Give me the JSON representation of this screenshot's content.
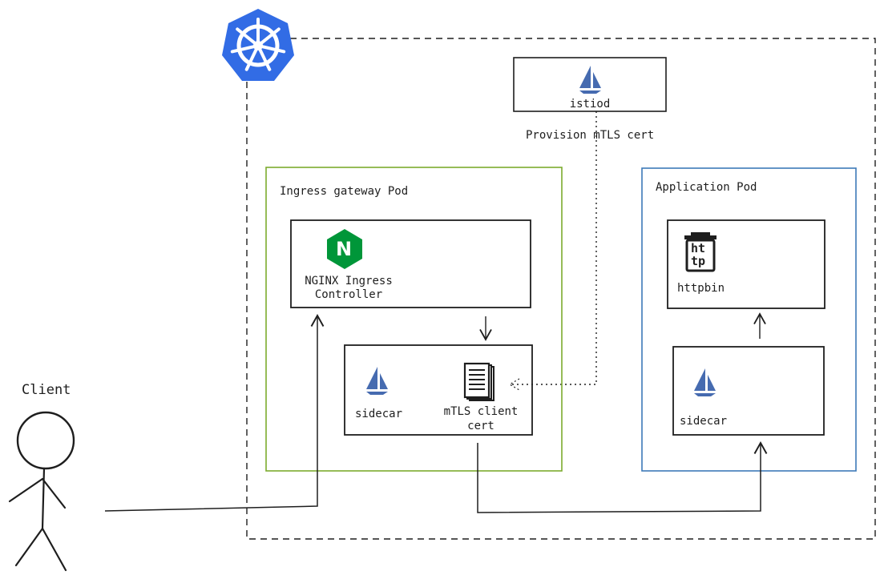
{
  "diagram": {
    "client_label": "Client",
    "istiod_label": "istiod",
    "provision_label": "Provision mTLS cert",
    "ingress_pod_label": "Ingress gateway Pod",
    "nginx_label_line1": "NGINX Ingress",
    "nginx_label_line2": "Controller",
    "nginx_logo_letter": "N",
    "ingress_sidecar_label": "sidecar",
    "cert_label_line1": "mTLS client",
    "cert_label_line2": "cert",
    "app_pod_label": "Application Pod",
    "httpbin_label": "httpbin",
    "httpbin_logo_line1": "ht",
    "httpbin_logo_line2": "tp",
    "app_sidecar_label": "sidecar"
  },
  "colors": {
    "ingress_pod_border": "#7cab2e",
    "app_pod_border": "#3d7ab8",
    "kubernetes_blue": "#326ce5",
    "istio_blue": "#466bb0",
    "nginx_green": "#009639",
    "line": "#1e1e1e"
  },
  "icons": [
    "kubernetes-logo-icon",
    "istio-sail-icon",
    "nginx-logo-icon",
    "httpbin-trash-icon",
    "document-stack-icon",
    "stick-figure-icon"
  ]
}
